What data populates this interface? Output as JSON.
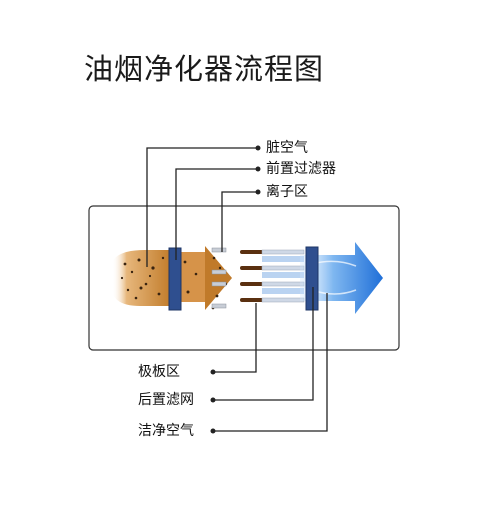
{
  "title": "油烟净化器流程图",
  "labels_top": {
    "dirty_air": "脏空气",
    "pre_filter": "前置过滤器",
    "ion_zone": "离子区"
  },
  "labels_bottom": {
    "plate_zone": "极板区",
    "post_filter": "后置滤网",
    "clean_air": "洁净空气"
  },
  "colors": {
    "filter_panel": "#2f4f8f",
    "clean_arrow": "#2f7fe0",
    "dirty_flow": "#c98a3c",
    "line": "#222222"
  }
}
